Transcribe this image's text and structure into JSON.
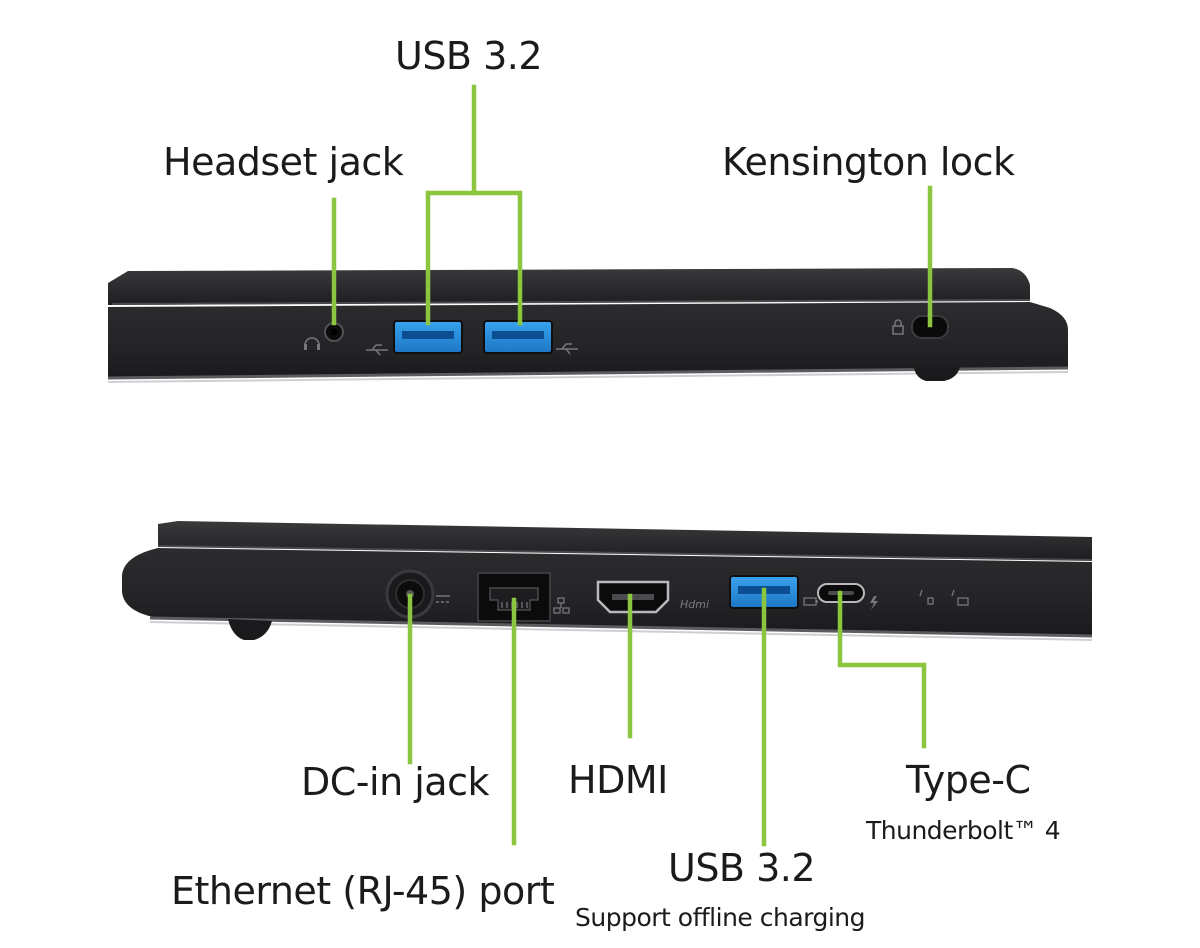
{
  "colors": {
    "leader": "#8cc63f",
    "chassis": "#252527",
    "usb_blue": "#2a8fd8"
  },
  "top_view": {
    "labels": {
      "usb": "USB 3.2",
      "headset": "Headset jack",
      "kensington": "Kensington lock"
    }
  },
  "bottom_view": {
    "labels": {
      "dc_in": "DC-in jack",
      "ethernet": "Ethernet (RJ-45) port",
      "hdmi": "HDMI",
      "usb": "USB 3.2",
      "usb_note": "Support offline charging",
      "typec": "Type-C",
      "typec_note": "Thunderbolt™ 4"
    },
    "hdmi_port_marking": "Hdmi"
  }
}
